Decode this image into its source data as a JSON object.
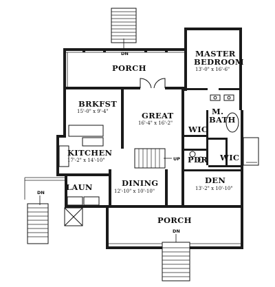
{
  "rooms": {
    "master": {
      "name_line1": "MASTER",
      "name_line2": "BEDROOM",
      "dims": "13'-0\" x 16'-6\""
    },
    "porch_top": {
      "name": "PORCH"
    },
    "brkfst": {
      "name": "BRKFST",
      "dims": "15'-0\" x 9'-4\""
    },
    "great": {
      "name": "GREAT",
      "dims": "16'-4\" x 16'-2\""
    },
    "mbath": {
      "name_line1": "M.",
      "name_line2": "BATH"
    },
    "wic1": {
      "name": "WIC"
    },
    "wic2": {
      "name": "WIC"
    },
    "pdr": {
      "name": "PDR"
    },
    "kitchen": {
      "name": "KITCHEN",
      "dims": "17'-2\" x 14'-10\""
    },
    "dining": {
      "name": "DINING",
      "dims": "12'-10\" x 10'-10\""
    },
    "den": {
      "name": "DEN",
      "dims": "13'-2\" x 10'-10\""
    },
    "laun": {
      "name": "LAUN"
    },
    "porch_bottom": {
      "name": "PORCH"
    }
  },
  "stair_labels": {
    "top": "DN",
    "left": "DN",
    "bottom": "DN",
    "interior": "UP"
  }
}
